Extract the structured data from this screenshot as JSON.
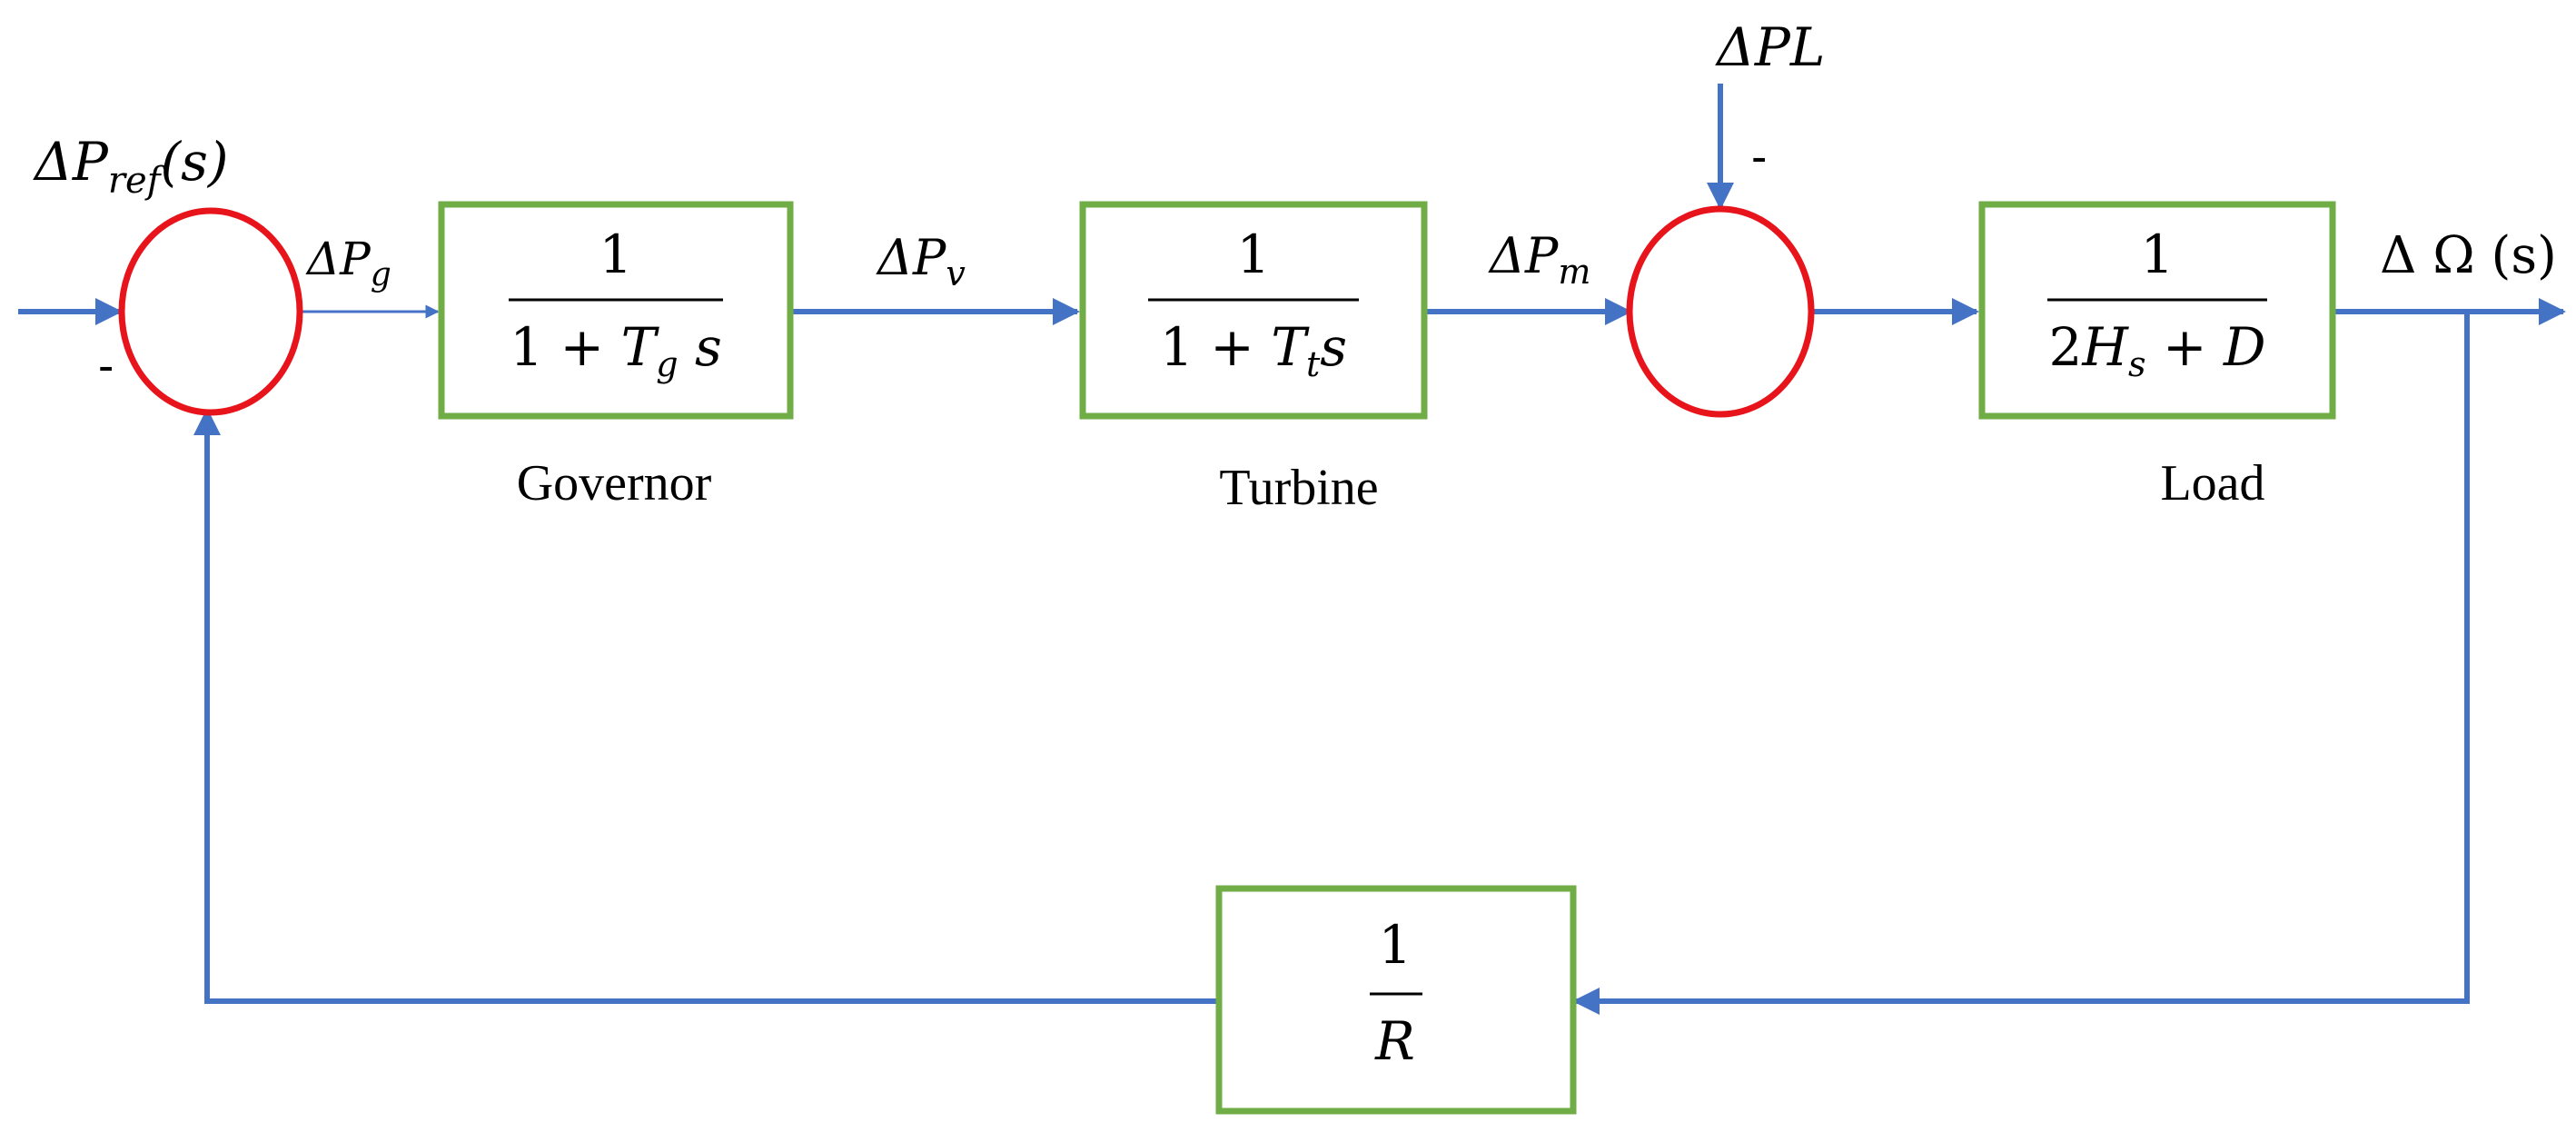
{
  "labels": {
    "input_prefix": "ΔP",
    "input_sub": "ref",
    "input_suffix": "(s)",
    "pg_prefix": "ΔP",
    "pg_sub": "g",
    "pv_prefix": "ΔP",
    "pv_sub": "v",
    "pm_prefix": "ΔP",
    "pm_sub": "m",
    "load_disturbance": "ΔPL",
    "output": "Δ Ω (s)"
  },
  "signs": {
    "feedback_minus": "-",
    "load_minus": "-"
  },
  "blocks": {
    "governor": {
      "numerator": "1",
      "den_a": "1 + ",
      "den_var": "T",
      "den_sub": "g",
      "den_b": " s",
      "caption": "Governor"
    },
    "turbine": {
      "numerator": "1",
      "den_a": "1 + ",
      "den_var": "T",
      "den_sub": "t",
      "den_b": "s",
      "caption": "Turbine"
    },
    "load": {
      "numerator": "1",
      "den_a": "2",
      "den_var": "H",
      "den_sub": "s",
      "den_b": " + D",
      "caption": "Load"
    },
    "droop": {
      "numerator": "1",
      "denominator": "R"
    }
  },
  "colors": {
    "wire": "#4472C4",
    "block_border": "#70AD47",
    "junction_border": "#E8141C"
  }
}
